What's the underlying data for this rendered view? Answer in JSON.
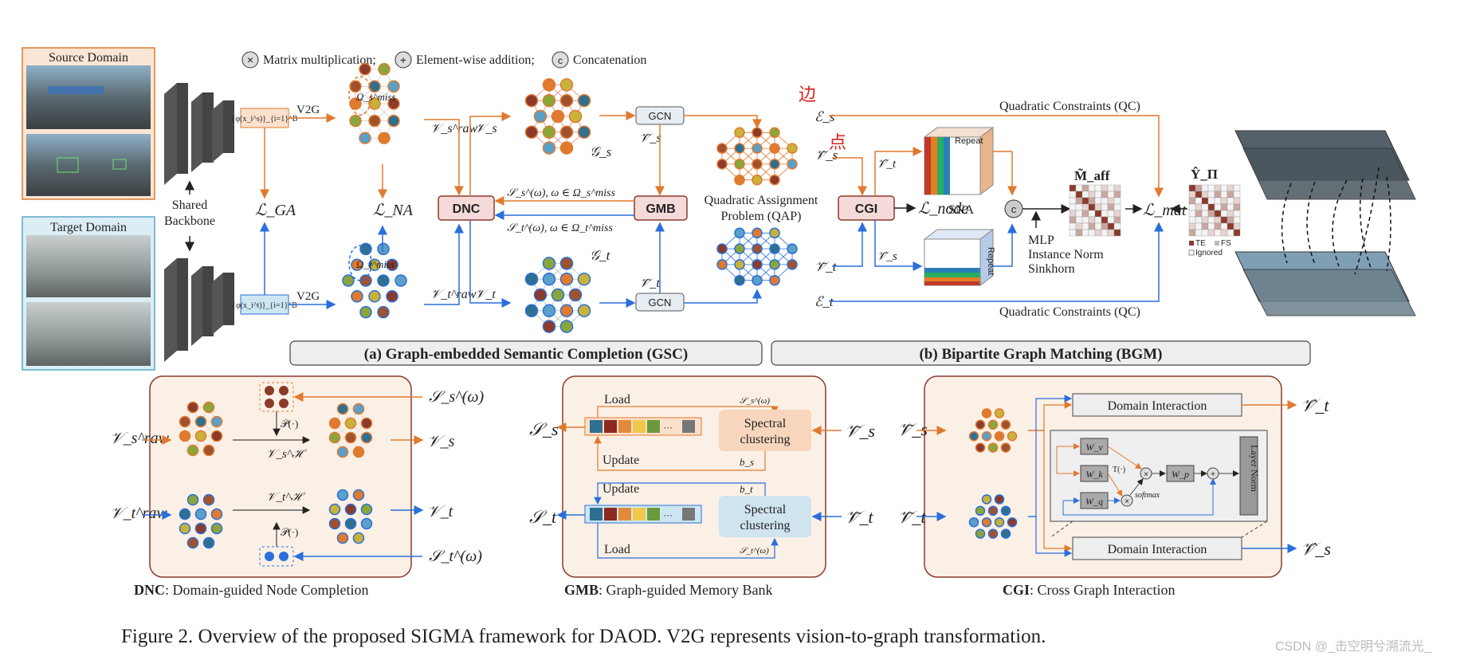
{
  "legend": {
    "matmul": "Matrix multiplication;",
    "add": "Element-wise addition;",
    "concat": "Concatenation"
  },
  "domains": {
    "source": "Source Domain",
    "target": "Target Domain"
  },
  "backbone": {
    "line1": "Shared",
    "line2": "Backbone"
  },
  "v2g": "V2G",
  "features": {
    "source": "{φ(x_i^s)}_{i=1}^B",
    "target": "{φ(x_i^t)}_{i=1}^B"
  },
  "losses": {
    "ga": "ℒ_GA",
    "na": "ℒ_NA",
    "node": "ℒ_node",
    "mat": "ℒ_mat"
  },
  "modules": {
    "dnc": "DNC",
    "gmb": "GMB",
    "cgi": "CGI",
    "gcn": "GCN"
  },
  "vars": {
    "vs_raw": "𝒱_s^raw",
    "vt_raw": "𝒱_t^raw",
    "vs": "𝒱_s",
    "vt": "𝒱_t",
    "vs_tilde": "𝒱̃_s",
    "vt_tilde": "𝒱̃_t",
    "vs_hat": "𝒱̂_s",
    "vt_hat": "𝒱̂_t",
    "gs": "𝒢_s",
    "gt": "𝒢_t",
    "es": "ℰ_s",
    "et": "ℰ_t",
    "ss": "𝒮_s^(ω), ω ∈ Ω_s^miss",
    "st": "𝒮_t^(ω), ω ∈ Ω_t^miss",
    "omega_s": "Ω_s^miss",
    "omega_t": "Ω_t^miss"
  },
  "qap": {
    "line1": "Quadratic Assignment",
    "line2": "Problem (QAP)"
  },
  "qc": {
    "top": "Quadratic Constraints (QC)",
    "bottom": "Quadratic Constraints (QC)"
  },
  "chinese": {
    "edge": "边",
    "node": "点"
  },
  "bgm": {
    "repeat": "Repeat",
    "sna": "SNA",
    "c": "c",
    "mlp": "MLP",
    "inorm": "Instance Norm",
    "sinkhorn": "Sinkhorn",
    "maff": "M̃_aff",
    "ypi": "Ŷ_Π",
    "te": "TE",
    "fs": "FS",
    "ignored": "Ignored"
  },
  "section_labels": {
    "gsc": "(a) Graph-embedded Semantic Completion (GSC)",
    "bgm": "(b) Bipartite Graph Matching (BGM)"
  },
  "dnc_panel": {
    "vs_raw": "𝒱_s^raw",
    "vt_raw": "𝒱_t^raw",
    "vs_h": "𝒱_s^ℋ",
    "vt_h": "𝒱_t^ℋ",
    "vs": "𝒱_s",
    "vt": "𝒱_t",
    "ss": "𝒮_s^(ω)",
    "st": "𝒮_t^(ω)",
    "p": "𝒫(·)",
    "caption_bold": "DNC",
    "caption": ": Domain-guided Node Completion"
  },
  "gmb_panel": {
    "load": "Load",
    "update": "Update",
    "spectral1": "Spectral",
    "spectral2": "clustering",
    "ss": "𝒮_s",
    "st": "𝒮_t",
    "bs": "b_s",
    "bt": "b_t",
    "vs_t": "𝒱̃_s",
    "vt_t": "𝒱̃_t",
    "caption_bold": "GMB",
    "caption": ": Graph-guided Memory Bank"
  },
  "cgi_panel": {
    "domain_interaction_top": "Domain Interaction",
    "domain_interaction_bottom": "Domain Interaction",
    "layer_norm": "Layer Norm",
    "softmax": "softmax",
    "tfn": "T(·)",
    "wv": "W_v",
    "wk": "W_k",
    "wq": "W_q",
    "wp": "W_p",
    "vs_t": "𝒱̃_s",
    "vt_t": "𝒱̃_t",
    "vt_h": "𝒱̂_t",
    "vs_h": "𝒱̂_s",
    "caption_bold": "CGI",
    "caption": ": Cross Graph Interaction"
  },
  "figure_caption": "Figure 2. Overview of the proposed SIGMA framework for DAOD. V2G represents vision-to-graph transformation.",
  "watermark": "CSDN @_击空明兮溯流光_",
  "colors": {
    "orange": "#e07a2f",
    "blue": "#2a6fdb",
    "brown": "#8b3a2b",
    "module_fill": "#f5dada"
  }
}
